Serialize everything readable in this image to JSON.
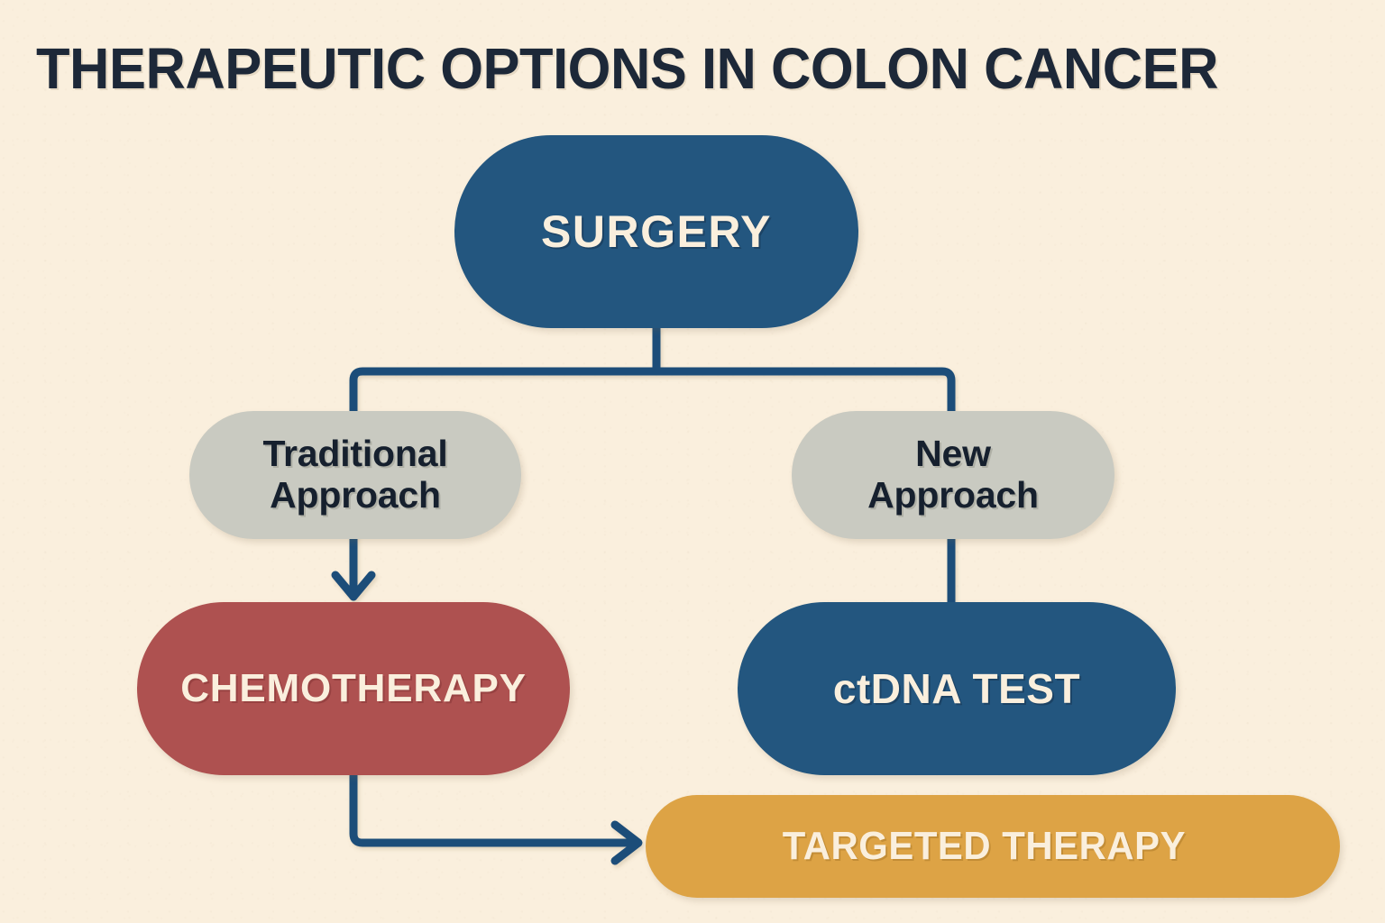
{
  "page": {
    "title": "THERAPEUTIC OPTIONS IN COLON CANCER",
    "background_color": "#FAEFDD",
    "title_color": "#1D2838"
  },
  "palette": {
    "blue": "#23567F",
    "gray": "#C9CAC1",
    "red": "#AE5150",
    "gold": "#DDA345",
    "cream_text": "#FAEFDD",
    "dark_text": "#16202E",
    "connector": "#1B4E79"
  },
  "nodes": {
    "surgery": {
      "label": "SURGERY",
      "color": "#23567F",
      "shape": "pill"
    },
    "traditional_approach": {
      "label": "Traditional\nApproach",
      "color": "#C9CAC1",
      "shape": "pill"
    },
    "new_approach": {
      "label": "New\nApproach",
      "color": "#C9CAC1",
      "shape": "pill"
    },
    "chemotherapy": {
      "label": "CHEMOTHERAPY",
      "color": "#AE5150",
      "shape": "pill"
    },
    "ctdna_test": {
      "label": "ctDNA TEST",
      "color": "#23567F",
      "shape": "pill"
    },
    "targeted_therapy": {
      "label": "TARGETED THERAPY",
      "color": "#DDA345",
      "shape": "pill"
    }
  },
  "edges": [
    {
      "from": "surgery",
      "to": "traditional_approach",
      "style": "elbow",
      "arrowhead": false
    },
    {
      "from": "surgery",
      "to": "new_approach",
      "style": "elbow",
      "arrowhead": false
    },
    {
      "from": "traditional_approach",
      "to": "chemotherapy",
      "style": "straight-down",
      "arrowhead": true
    },
    {
      "from": "new_approach",
      "to": "ctdna_test",
      "style": "straight-down",
      "arrowhead": false
    },
    {
      "from": "chemotherapy",
      "to": "targeted_therapy",
      "style": "elbow-right",
      "arrowhead": true
    }
  ]
}
